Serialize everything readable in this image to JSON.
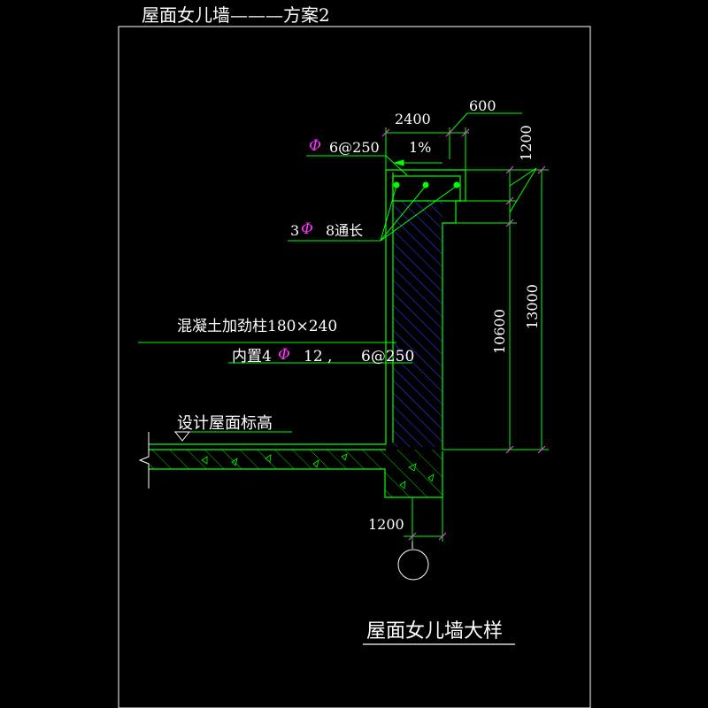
{
  "title": "屋面女儿墙———方案2",
  "dims": {
    "top_width": "2400",
    "top_offset": "600",
    "cap_height": "1200",
    "total_height": "13000",
    "wall_height": "10600",
    "base_width": "1200"
  },
  "labels": {
    "stirrup_symbol": "Φ",
    "stirrup_spec": "6@250",
    "slope": "1%",
    "longbar_count": "3",
    "longbar_symbol": "Φ",
    "longbar_spec": "8通长",
    "column_line1": "混凝土加劲柱180×240",
    "column_line2_prefix": "内置4",
    "column_line2_symbol": "Φ",
    "column_line2_bar": "12",
    "column_line2_sep": ",",
    "column_line2_stirrup": "6@250",
    "roof_level": "设计屋面标高"
  },
  "detail_title": "屋面女儿墙大样",
  "colors": {
    "background": "#000000",
    "frame": "#ffffff",
    "outline": "#00ff00",
    "leader": "#00ff00",
    "dim_tick": "#ff33ff",
    "hatch_column": "#3333ff",
    "hatch_slab": "#00ff00",
    "rebar": "#00ff00",
    "text": "#ffffff",
    "symbol": "#ff33ff"
  }
}
